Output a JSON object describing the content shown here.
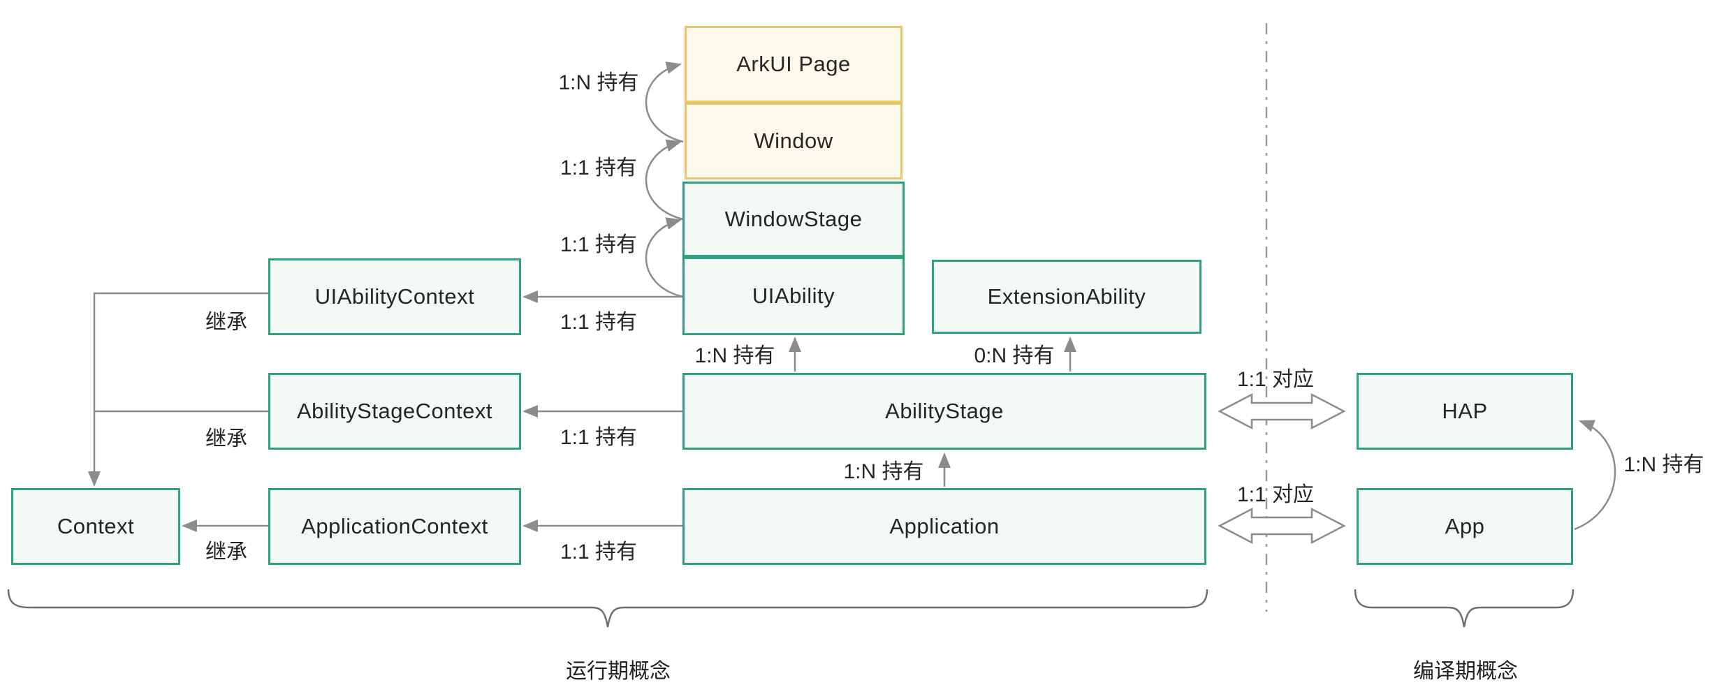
{
  "boxes": {
    "arkui_page": "ArkUI Page",
    "window": "Window",
    "window_stage": "WindowStage",
    "ui_ability": "UIAbility",
    "extension_ability": "ExtensionAbility",
    "ui_ability_context": "UIAbilityContext",
    "ability_stage_context": "AbilityStageContext",
    "application_context": "ApplicationContext",
    "context": "Context",
    "ability_stage": "AbilityStage",
    "application": "Application",
    "hap": "HAP",
    "app": "App"
  },
  "relations": {
    "window_holds_arkui_page": "1:N 持有",
    "windowstage_holds_window": "1:1 持有",
    "uiability_holds_windowstage": "1:1 持有",
    "uiability_holds_uiabilitycontext": "1:1 持有",
    "abilitystage_holds_uiability": "1:N 持有",
    "abilitystage_holds_extensionability": "0:N 持有",
    "abilitystage_holds_abilitystagecontext": "1:1 持有",
    "application_holds_abilitystage": "1:N 持有",
    "application_holds_applicationcontext": "1:1 持有",
    "uiabilitycontext_inherits": "继承",
    "abilitystagecontext_inherits": "继承",
    "applicationcontext_inherits": "继承",
    "abilitystage_corresponds_hap": "1:1 对应",
    "application_corresponds_app": "1:1 对应",
    "app_holds_hap": "1:N 持有"
  },
  "groups": {
    "runtime_label": "运行期概念",
    "compile_label": "编译期概念"
  },
  "colors": {
    "green_border": "#2fa084",
    "green_fill": "#f3f9f4",
    "yellow_border": "#e8c76a",
    "yellow_fill": "#fdf9ec",
    "connector_gray": "#8c8c8c",
    "brace_gray": "#6f6f6f",
    "text": "#252525"
  }
}
